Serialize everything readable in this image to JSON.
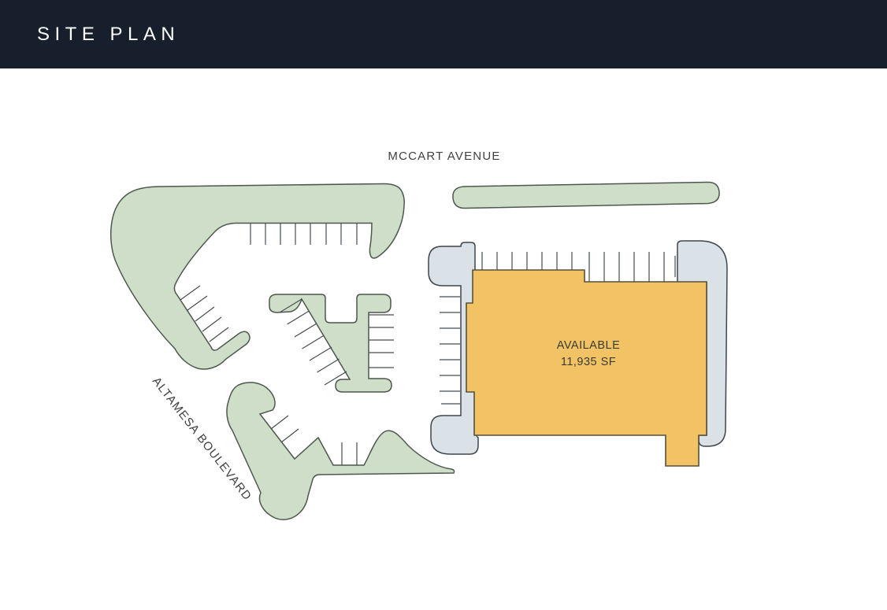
{
  "header": {
    "title": "SITE PLAN"
  },
  "plan": {
    "streets": {
      "top_label": "MCCART AVENUE",
      "left_label": "ALTAMESA BOULEVARD"
    },
    "available_suite": {
      "status_label": "AVAILABLE",
      "area_label": "11,935 SF"
    },
    "colors": {
      "header_bg": "#161f2b",
      "header_text": "#ffffff",
      "background": "#ffffff",
      "landscape_fill": "#cfdec8",
      "landscape_stroke": "#4d574d",
      "pavement_fill": "#dbe2e7",
      "pavement_stroke": "#3e454d",
      "available_fill": "#f1c364",
      "available_stroke": "#57503a",
      "parking_tick": "#474c50",
      "street_label": "#414141",
      "suite_label": "#3b3a30"
    }
  }
}
